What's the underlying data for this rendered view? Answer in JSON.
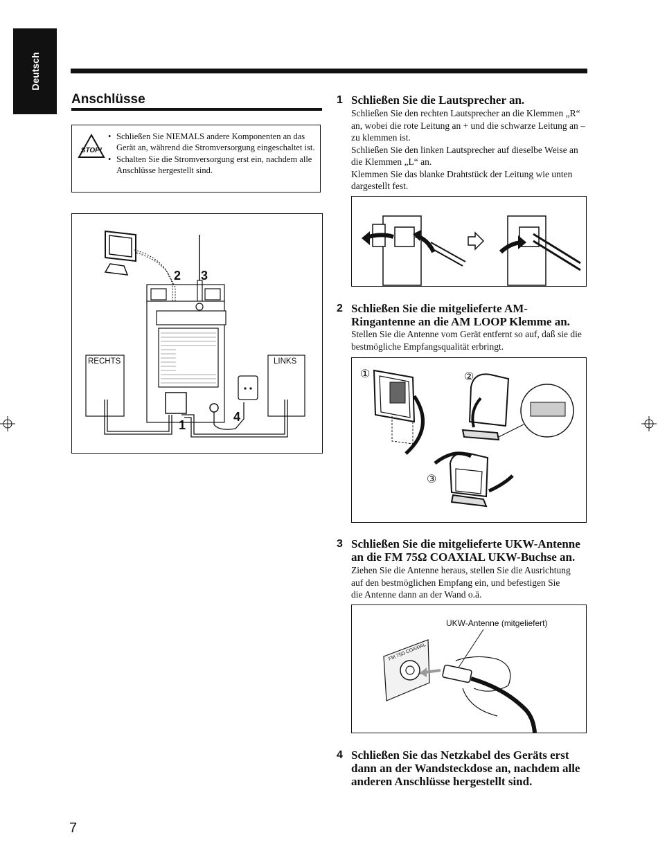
{
  "sidebar": {
    "language_tab": "Deutsch"
  },
  "section": {
    "title": "Anschlüsse"
  },
  "warning": {
    "icon_text": "STOP!",
    "items": [
      "Schließen Sie NIEMALS andere Komponenten an das Gerät an, während die Stromversorgung eingeschaltet ist.",
      "Schalten Sie die Stromversorgung erst ein, nachdem alle Anschlüsse hergestellt sind."
    ]
  },
  "diagram_main": {
    "left_speaker": "RECHTS",
    "right_speaker": "LINKS",
    "callout_1": "1",
    "callout_2": "2",
    "callout_3": "3",
    "callout_4": "4"
  },
  "steps": [
    {
      "number": "1",
      "heading": "Schließen Sie die Lautsprecher an.",
      "body": [
        "Schließen Sie den rechten Lautsprecher an die Klemmen „R“ an, wobei die rote Leitung an + und die schwarze Leitung an – zu klemmen ist.",
        "Schließen Sie den linken Lautsprecher auf dieselbe Weise an die Klemmen „L“ an.",
        "Klemmen Sie das blanke Drahtstück der Leitung wie unten dargestellt fest."
      ]
    },
    {
      "number": "2",
      "heading": "Schließen Sie die mitgelieferte AM-Ringantenne an die AM LOOP Klemme an.",
      "body": [
        "Stellen Sie die Antenne vom Gerät entfernt so auf, daß sie die bestmögliche Empfangsqualität erbringt."
      ]
    },
    {
      "number": "3",
      "heading": "Schließen Sie die mitgelieferte UKW-Antenne an die FM 75Ω COAXIAL UKW-Buchse an.",
      "body": [
        "Ziehen Sie die Antenne heraus, stellen Sie die Ausrichtung auf den bestmöglichen Empfang ein, und befestigen Sie die Antenne dann an der Wand o.ä."
      ]
    },
    {
      "number": "4",
      "heading": "Schließen Sie das Netzkabel des Geräts erst dann an der Wandsteckdose an, nachdem alle anderen Anschlüsse hergestellt sind.",
      "body": []
    }
  ],
  "fig_am": {
    "mark_1": "①",
    "mark_2": "②",
    "mark_3": "③"
  },
  "fig_fm": {
    "label": "UKW-Antenne (mitgeliefert)",
    "jack_label": "FM 75Ω COAXIAL"
  },
  "page": {
    "number": "7"
  }
}
